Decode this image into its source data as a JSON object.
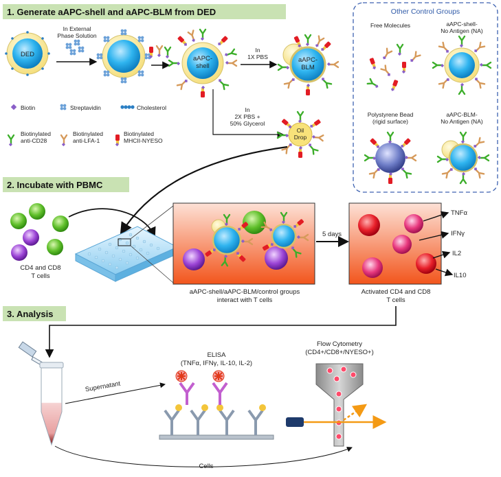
{
  "sections": {
    "s1": "1. Generate aAPC-shell and aAPC-BLM from DED",
    "s2": "2. Incubate with PBMC",
    "s3": "3. Analysis"
  },
  "step1": {
    "ded": "DED",
    "external_phase": [
      "In External",
      "Phase Solution"
    ],
    "shell": [
      "aAPC-",
      "shell"
    ],
    "blm": [
      "aAPC-",
      "BLM"
    ],
    "pbs1": [
      "In",
      "1X PBS"
    ],
    "pbs2": [
      "In",
      "2X PBS +",
      "50% Glycerol"
    ],
    "oil_drop": [
      "Oil",
      "Drop"
    ]
  },
  "legend": {
    "biotin": "Biotin",
    "streptavidin": "Streptavidin",
    "cholesterol": "Cholesterol",
    "cd28": [
      "Biotinylated",
      "anti-CD28"
    ],
    "lfa1": [
      "Biotinylated",
      "anti-LFA-1"
    ],
    "mhc": [
      "Biotinylated",
      "MHCII-NYESO"
    ]
  },
  "controls": {
    "title": "Other Control Groups",
    "free": "Free Molecules",
    "shell_na": [
      "aAPC-shell-",
      "No Antigen (NA)"
    ],
    "bead": [
      "Polystyrene Bead",
      "(rigid surface)"
    ],
    "blm_na": [
      "aAPC-BLM-",
      "No Antigen (NA)"
    ]
  },
  "step2": {
    "cells": [
      "CD4 and CD8",
      "T cells"
    ],
    "days": "5 days",
    "interact": [
      "aAPC-shell/aAPC-BLM/control groups",
      "interact with T cells"
    ],
    "activated": [
      "Activated CD4 and CD8",
      "T cells"
    ],
    "cytokines": [
      "TNFα",
      "IFNγ",
      "IL2",
      "IL10"
    ]
  },
  "step3": {
    "supernatant": "Supernatant",
    "cells": "Cells",
    "elisa": [
      "ELISA",
      "(TNFα, IFNγ, IL-10, IL-2)"
    ],
    "flow": [
      "Flow Cytometry",
      "(CD4+/CD8+/NYESO+)"
    ]
  },
  "colors": {
    "header_bg": "#c9e2b3",
    "core_blue": "#29b6f0",
    "shell_yellow": "#fff1a8",
    "control_border": "#3d62b0",
    "panel_red": "#f25a1f",
    "cd4": "#6cc63a",
    "cd8": "#9b3fd1"
  }
}
